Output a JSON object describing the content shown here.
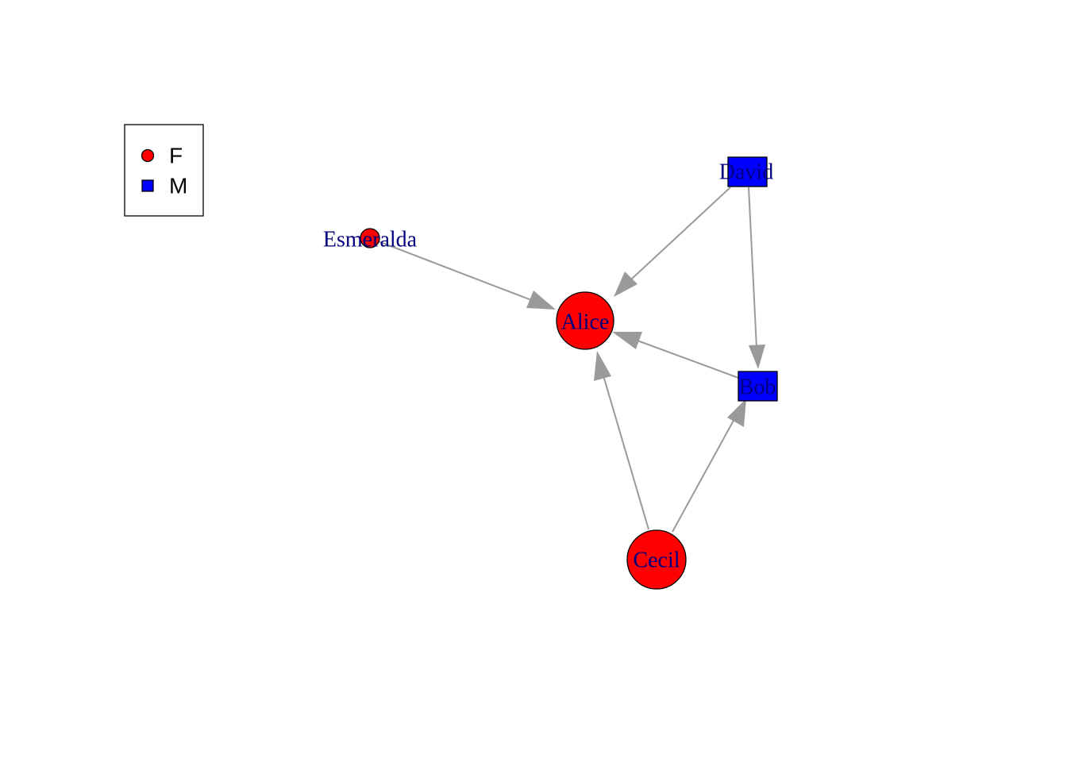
{
  "legend": {
    "items": [
      {
        "label": "F",
        "shape": "circle",
        "color": "#ff0000"
      },
      {
        "label": "M",
        "shape": "square",
        "color": "#0000ff"
      }
    ]
  },
  "colors": {
    "edge": "#9a9a9a",
    "label": "#00007f",
    "female": "#ff0000",
    "male": "#0000ff"
  },
  "graph": {
    "nodes": [
      {
        "id": "alice",
        "label": "Alice",
        "gender": "F"
      },
      {
        "id": "bob",
        "label": "Bob",
        "gender": "M"
      },
      {
        "id": "cecil",
        "label": "Cecil",
        "gender": "F"
      },
      {
        "id": "david",
        "label": "David",
        "gender": "M"
      },
      {
        "id": "esmeralda",
        "label": "Esmeralda",
        "gender": "F"
      }
    ],
    "edges": [
      {
        "from": "esmeralda",
        "to": "alice"
      },
      {
        "from": "david",
        "to": "alice"
      },
      {
        "from": "david",
        "to": "bob"
      },
      {
        "from": "bob",
        "to": "alice"
      },
      {
        "from": "cecil",
        "to": "alice"
      },
      {
        "from": "cecil",
        "to": "bob"
      }
    ]
  }
}
